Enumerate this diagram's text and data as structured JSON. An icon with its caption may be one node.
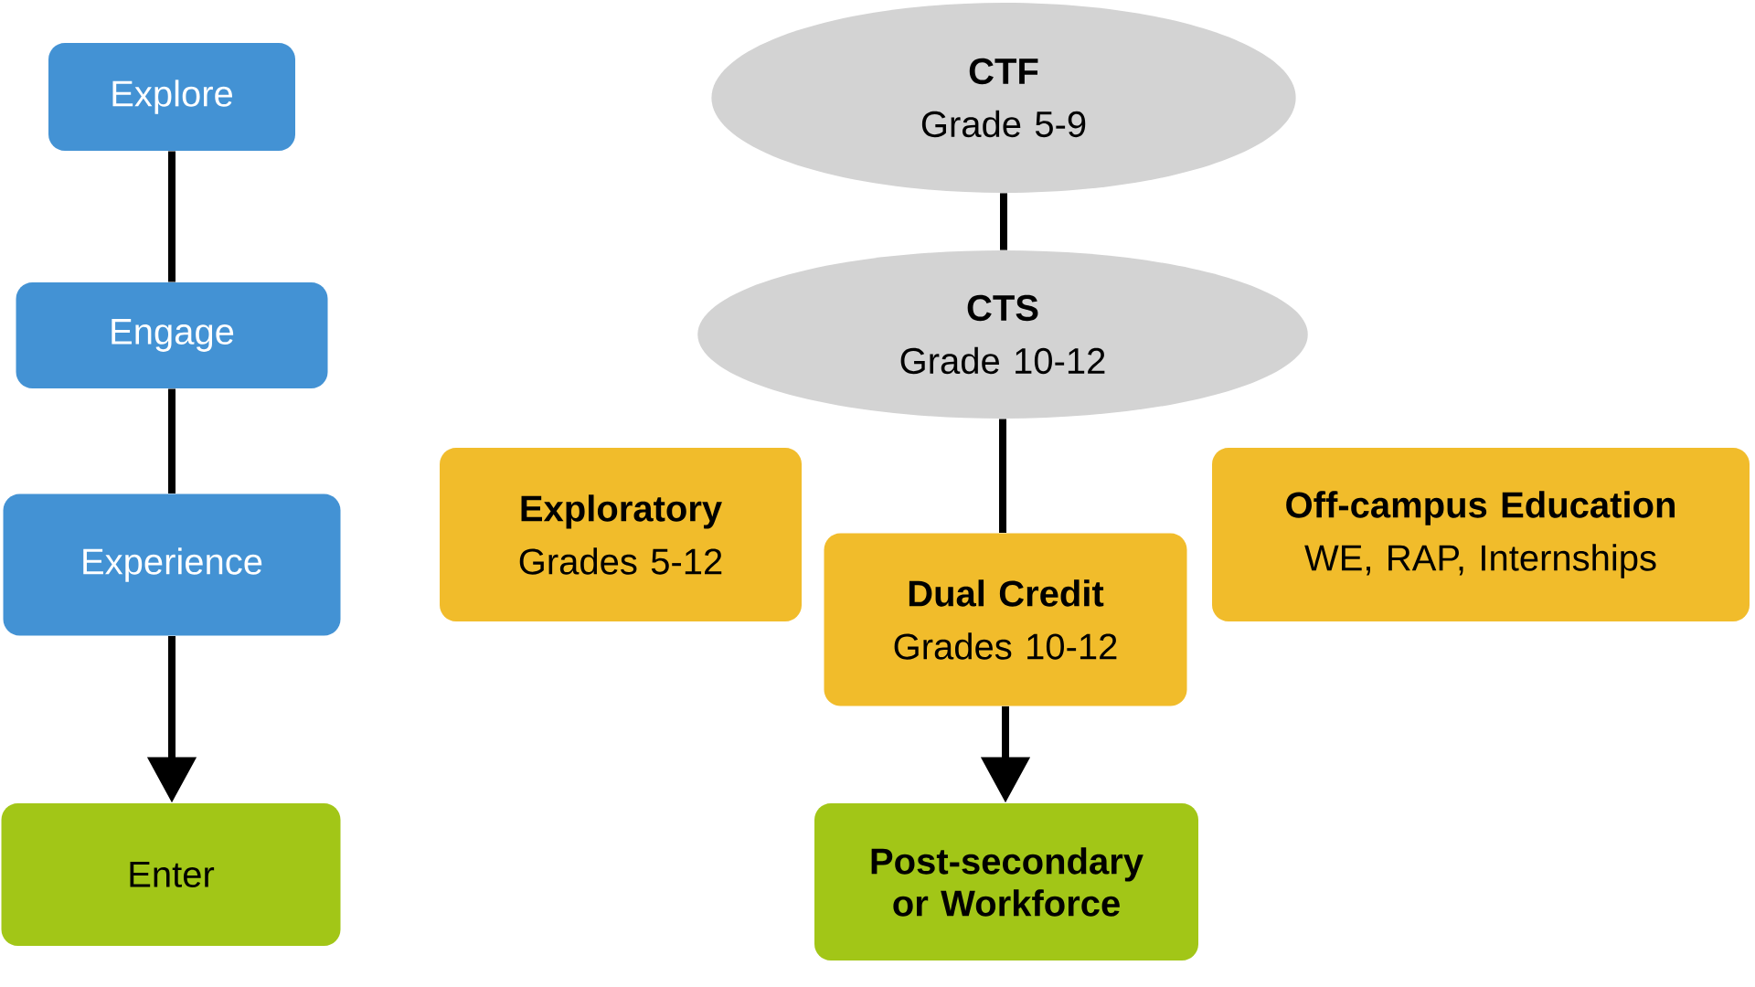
{
  "diagram": {
    "nodes": [
      {
        "text": [
          "Explore"
        ]
      },
      {
        "text": [
          "Engage"
        ]
      },
      {
        "text": [
          "Experience"
        ]
      },
      {
        "text": [
          "Enter"
        ]
      },
      {
        "text": [
          "CTF",
          "Grade 5-9"
        ]
      },
      {
        "text": [
          "CTS",
          "Grade 10-12"
        ]
      },
      {
        "text": [
          "Exploratory",
          "Grades 5-12"
        ]
      },
      {
        "text": [
          "Dual Credit",
          "Grades 10-12"
        ]
      },
      {
        "text": [
          "Off-campus Education",
          "WE, RAP, Internships"
        ]
      },
      {
        "text": [
          "Post-secondary or Workforce"
        ]
      }
    ],
    "edges": [
      {
        "from": 0,
        "to": 1,
        "arrow": "none"
      },
      {
        "from": 1,
        "to": 2,
        "arrow": "none"
      },
      {
        "from": 2,
        "to": 3,
        "arrow": "to"
      },
      {
        "from": 4,
        "to": 5,
        "arrow": "none"
      },
      {
        "from": 5,
        "to": 7,
        "arrow": "none"
      },
      {
        "from": 7,
        "to": 9,
        "arrow": "to"
      }
    ]
  }
}
